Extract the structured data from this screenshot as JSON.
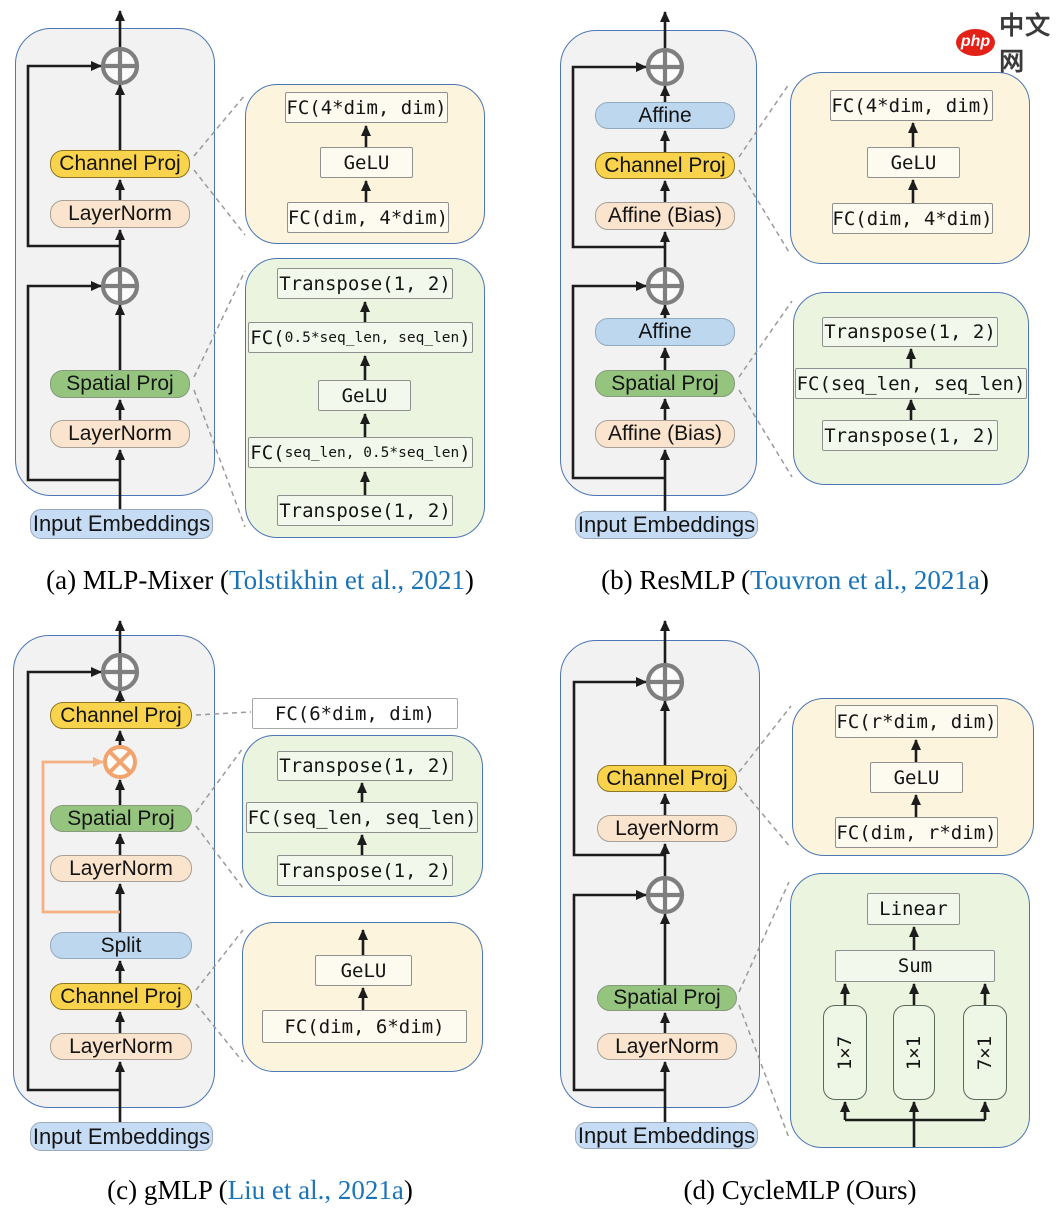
{
  "logo": {
    "badge": "php",
    "text": "中文网"
  },
  "colors": {
    "panel_border": "#4d76b4",
    "channel_yellow": "#f9d34b",
    "norm_peach": "#fbe4cd",
    "spatial_green": "#95c47e",
    "affine_blue": "#bdd7ee",
    "input_blue": "#c6dcf4",
    "cite_blue": "#1b74b8",
    "gate_orange": "#f5b183",
    "node_gray": "#7f7f7f"
  },
  "panels": {
    "a": {
      "caption_pre": "(a) MLP-Mixer (",
      "caption_cite": "Tolstikhin et al., 2021",
      "caption_post": ")",
      "channel_proj": "Channel Proj",
      "layernorm_top": "LayerNorm",
      "spatial_proj": "Spatial Proj",
      "layernorm_bottom": "LayerNorm",
      "input": "Input Embeddings",
      "channel_detail": {
        "fc_top": "FC(4*dim, dim)",
        "gelu": "GeLU",
        "fc_bottom": "FC(dim, 4*dim)"
      },
      "spatial_detail": {
        "transpose_top": "Transpose(1, 2)",
        "fc_top_pre": "FC(",
        "fc_top_args": "0.5*seq_len, seq_len",
        "fc_top_post": ")",
        "gelu": "GeLU",
        "fc_bottom_pre": "FC(",
        "fc_bottom_args": "seq_len, 0.5*seq_len",
        "fc_bottom_post": ")",
        "transpose_bottom": "Transpose(1, 2)"
      }
    },
    "b": {
      "caption_pre": "(b) ResMLP (",
      "caption_cite": "Touvron et al., 2021a",
      "caption_post": ")",
      "affine_top": "Affine",
      "channel_proj": "Channel Proj",
      "affine_bias_top": "Affine (Bias)",
      "affine_mid": "Affine",
      "spatial_proj": "Spatial Proj",
      "affine_bias_bottom": "Affine (Bias)",
      "input": "Input Embeddings",
      "channel_detail": {
        "fc_top": "FC(4*dim, dim)",
        "gelu": "GeLU",
        "fc_bottom": "FC(dim, 4*dim)"
      },
      "spatial_detail": {
        "transpose_top": "Transpose(1, 2)",
        "fc_mid": "FC(seq_len, seq_len)",
        "transpose_bottom": "Transpose(1, 2)"
      }
    },
    "c": {
      "caption_pre": "(c) gMLP (",
      "caption_cite": "Liu et al., 2021a",
      "caption_post": ")",
      "channel_proj_top": "Channel Proj",
      "spatial_proj": "Spatial Proj",
      "layernorm_top": "LayerNorm",
      "split": "Split",
      "channel_proj_bottom": "Channel Proj",
      "layernorm_bottom": "LayerNorm",
      "input": "Input Embeddings",
      "fc_white": "FC(6*dim, dim)",
      "spatial_detail": {
        "transpose_top": "Transpose(1, 2)",
        "fc_mid": "FC(seq_len, seq_len)",
        "transpose_bottom": "Transpose(1, 2)"
      },
      "channel_detail": {
        "gelu": "GeLU",
        "fc": "FC(dim, 6*dim)"
      }
    },
    "d": {
      "caption_pre": "(d) CycleMLP (Ours)",
      "channel_proj": "Channel Proj",
      "layernorm_top": "LayerNorm",
      "spatial_proj": "Spatial Proj",
      "layernorm_bottom": "LayerNorm",
      "input": "Input Embeddings",
      "channel_detail": {
        "fc_top": "FC(r*dim, dim)",
        "gelu": "GeLU",
        "fc_bottom": "FC(dim, r*dim)"
      },
      "spatial_detail": {
        "linear": "Linear",
        "sum": "Sum",
        "kernels": [
          "1×7",
          "1×1",
          "7×1"
        ]
      }
    }
  }
}
